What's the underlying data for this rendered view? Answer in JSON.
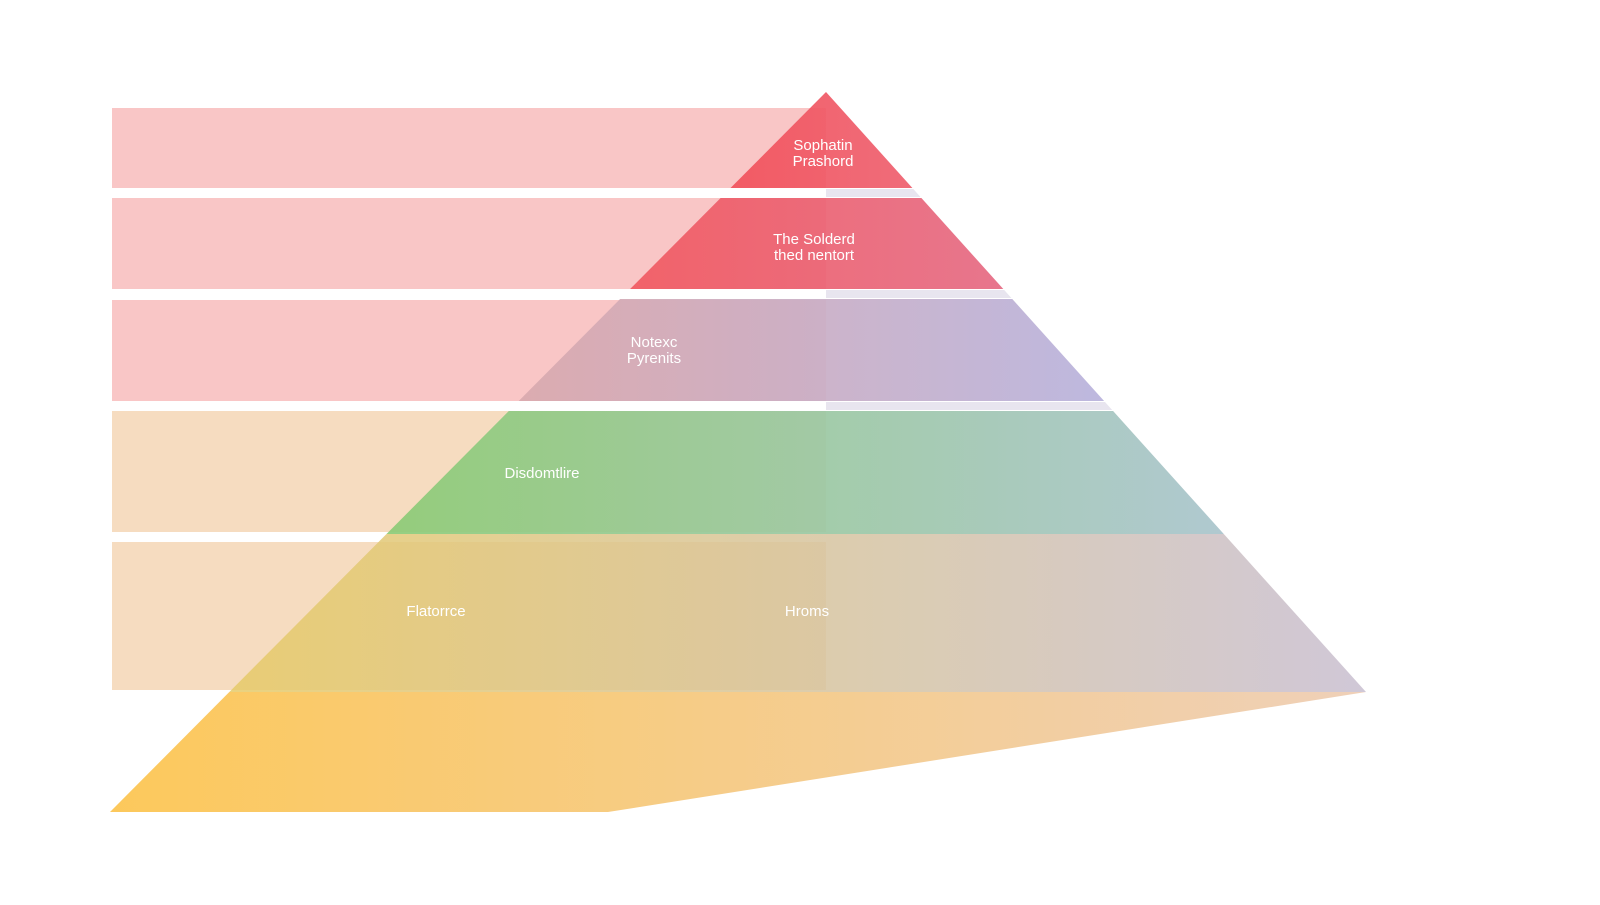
{
  "diagram": {
    "levels": [
      {
        "lines": [
          "Sophatin",
          "Prashord"
        ],
        "color_left": "#f2525c",
        "color_right": "#ee5f6e",
        "band_color": "#f9c6c6"
      },
      {
        "lines": [
          "The Solderd",
          "thed nentort"
        ],
        "color_left": "#f15a62",
        "color_right": "#e56a83",
        "band_color": "#f9c6c6"
      },
      {
        "lines": [
          "Notexc",
          "Pyrenits"
        ],
        "color_left": "#d9a9ae",
        "color_right": "#b8b2dc",
        "band_color": "#f9c6c6"
      },
      {
        "lines": [
          "Disdomtlire"
        ],
        "color_left": "#8ccb76",
        "color_right": "#a9c4cc",
        "band_color": "#f6dcc0"
      },
      {
        "lines": [
          "Flatorrce"
        ],
        "color_left": "#e6ca68",
        "color_right": "#c8bed0",
        "band_color": "#f6dcc0"
      },
      {
        "lines": [],
        "color_left": "#fcbf3f",
        "color_right": "#ecc8ac",
        "band_color": null
      }
    ],
    "extra_label": "Hroms"
  }
}
